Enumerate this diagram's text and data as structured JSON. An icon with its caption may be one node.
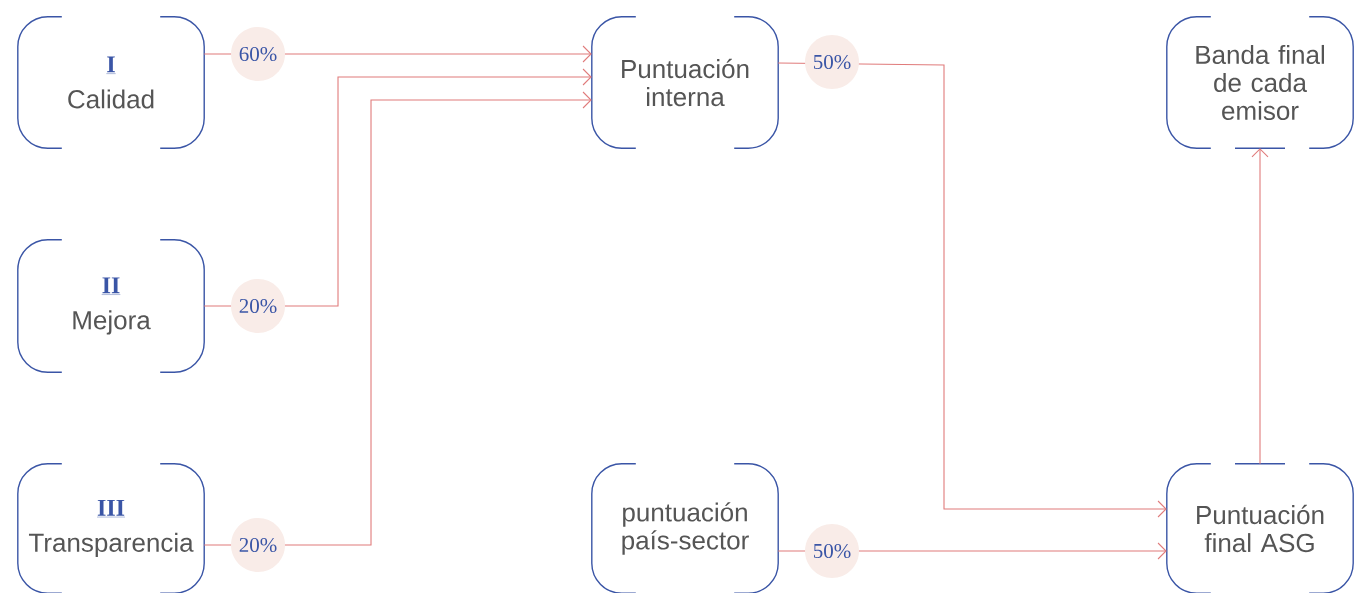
{
  "diagram": {
    "nodes": [
      {
        "text": [
          "I",
          "Calidad"
        ]
      },
      {
        "text": [
          "II",
          "Mejora"
        ]
      },
      {
        "text": [
          "III",
          "Transparencia"
        ]
      },
      {
        "text": [
          "Puntuación interna"
        ]
      },
      {
        "text": [
          "puntuación país-sector"
        ]
      },
      {
        "text": [
          "Puntuación final ASG"
        ]
      },
      {
        "text": [
          "Banda final de cada emisor"
        ]
      }
    ],
    "edges": [
      {
        "from": 0,
        "to": 3,
        "arrow": "to",
        "label": "60%"
      },
      {
        "from": 1,
        "to": 3,
        "arrow": "to",
        "label": "20%"
      },
      {
        "from": 2,
        "to": 3,
        "arrow": "to",
        "label": "20%"
      },
      {
        "from": 3,
        "to": 5,
        "arrow": "to",
        "label": "50%"
      },
      {
        "from": 4,
        "to": 5,
        "arrow": "to",
        "label": "50%"
      },
      {
        "from": 5,
        "to": 6,
        "arrow": "to"
      }
    ]
  }
}
